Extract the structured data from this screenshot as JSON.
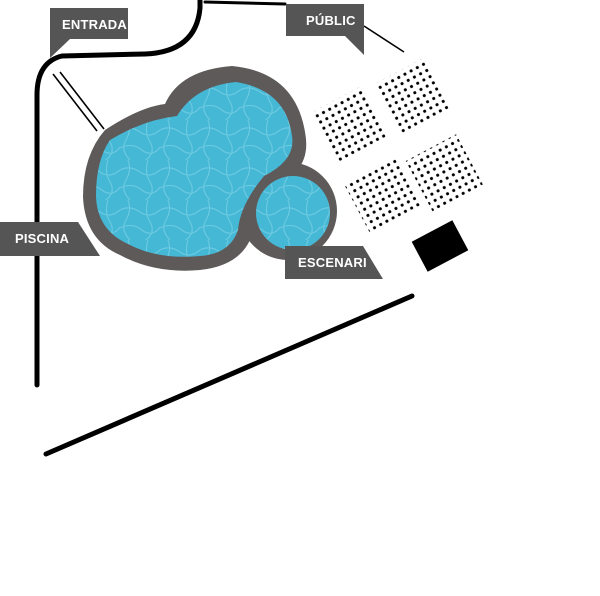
{
  "labels": {
    "entrance": "ENTRADA",
    "audience": "PÚBLIC",
    "pool": "PISCINA",
    "stage": "ESCENARI"
  },
  "colors": {
    "label_bg": "#555555",
    "label_text": "#ffffff",
    "pool_water": "#45b8d5",
    "pool_border": "#5f5a5a",
    "paths": "#000000",
    "seats": "#000000",
    "stage": "#000000",
    "background": "#ffffff"
  },
  "seating": {
    "blocks": 4,
    "pattern": "dot-grid"
  }
}
